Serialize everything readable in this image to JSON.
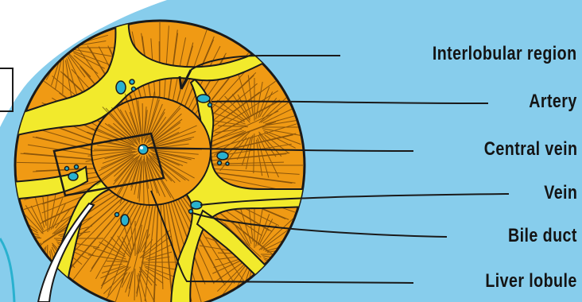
{
  "diagram": {
    "labels": {
      "interlobular_region": "Interlobular region",
      "artery": "Artery",
      "central_vein": "Central vein",
      "vein": "Vein",
      "bile_duct": "Bile duct",
      "liver_lobule": "Liver lobule"
    },
    "colors": {
      "background": "#87cdec",
      "tissue": "#f09a14",
      "interlobular": "#f2ea2c",
      "vessel": "#29b1cf",
      "outline": "#1a1a1a",
      "paper": "#ffffff"
    }
  }
}
